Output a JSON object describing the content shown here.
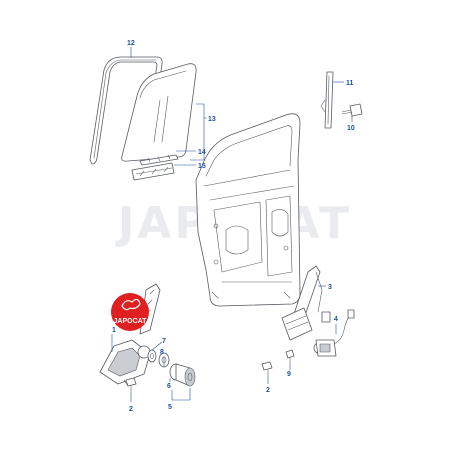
{
  "watermark": "JAPOCAT",
  "logo": {
    "text": "JAPOCAT",
    "color": "#e02020"
  },
  "colors": {
    "callout": "#1e4fa0",
    "line": "#555a62",
    "shade": "#c9ccd1"
  },
  "callouts": {
    "c12": "12",
    "c13": "13",
    "c14": "14",
    "c15": "15",
    "c11": "11",
    "c10": "10",
    "c3": "3",
    "c4": "4",
    "c9": "9",
    "c2_right": "2",
    "c7": "7",
    "c8": "8",
    "c6": "6",
    "c5": "5",
    "c1": "1",
    "c2_left": "2"
  }
}
